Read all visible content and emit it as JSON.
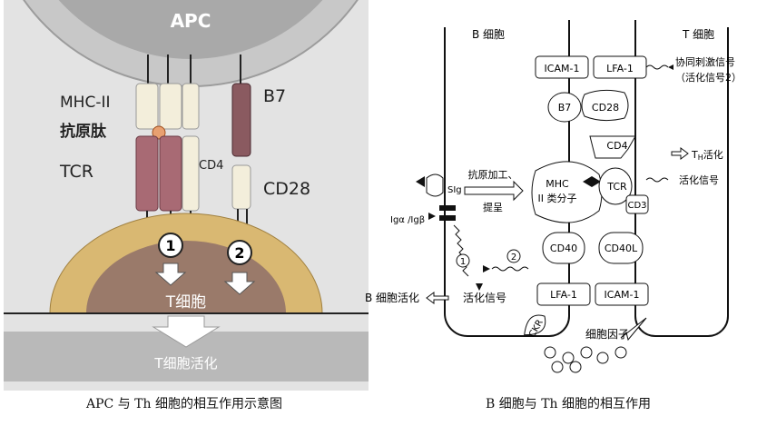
{
  "left_panel": {
    "apc_label": "APC",
    "mhc_label": "MHC-II",
    "antigen_label": "抗原肽",
    "tcr_label": "TCR",
    "cd4_label": "CD4",
    "b7_label": "B7",
    "cd28_label": "CD28",
    "signal_1": "1",
    "signal_2": "2",
    "t_cell_label": "T细胞",
    "activation_label": "T细胞活化",
    "caption": "APC 与 Th 细胞的相互作用示意图",
    "colors": {
      "apc": "#bdbdbd",
      "tcell_outer": "#d9b872",
      "tcell_inner": "#9a7a6a",
      "bg": "#e3e3e3"
    }
  },
  "right_panel": {
    "b_cell_label": "B 细胞",
    "t_cell_label": "T 细胞",
    "icam1_top": "ICAM-1",
    "lfa1_top": "LFA-1",
    "costim_signal": "协同刺激信号",
    "costim_signal_2": "（活化信号2）",
    "b7": "B7",
    "cd28": "CD28",
    "cd4": "CD4",
    "th_activation": "T",
    "th_activation_sub": "H",
    "th_activation_suffix": "活化",
    "activation_signal": "活化信号",
    "antigen_processing": "抗原加工、",
    "presentation": "提呈",
    "mhc_line1": "MHC",
    "mhc_line2": "II 类分子",
    "tcr": "TCR",
    "cd3": "CD3",
    "slg": "SIg",
    "iga_igb": "Igα /Igβ",
    "signal_1": "1",
    "signal_2": "2",
    "cd40": "CD40",
    "cd40l": "CD40L",
    "b_activation": "B 细胞活化",
    "activation_signal_b": "活化信号",
    "lfa1_bottom": "LFA-1",
    "icam1_bottom": "ICAM-1",
    "ckr": "CKR",
    "cytokine": "细胞因子",
    "caption": "B 细胞与 Th 细胞的相互作用"
  }
}
